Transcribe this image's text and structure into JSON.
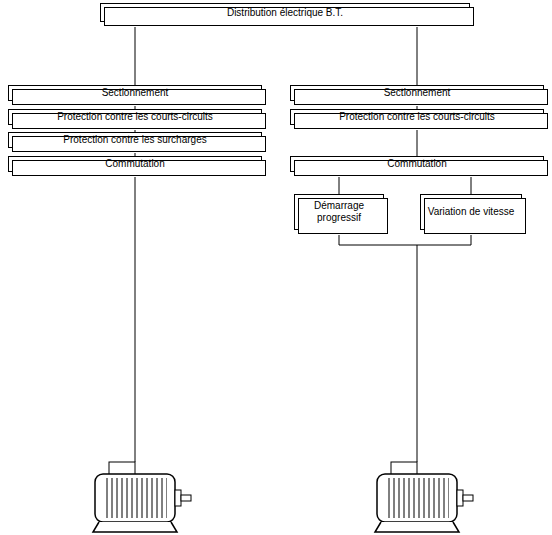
{
  "diagram": {
    "nodes": [
      {
        "text": [
          "Distribution électrique B.T."
        ]
      },
      {
        "text": [
          "Sectionnement"
        ]
      },
      {
        "text": [
          "Protection contre les courts-circuits"
        ]
      },
      {
        "text": [
          "Protection contre les surcharges"
        ]
      },
      {
        "text": [
          "Commutation"
        ]
      },
      {
        "text": [
          "Sectionnement"
        ]
      },
      {
        "text": [
          "Protection contre les courts-circuits"
        ]
      },
      {
        "text": [
          "Commutation"
        ]
      },
      {
        "text": [
          "Démarrage progressif"
        ]
      },
      {
        "text": [
          "Variation de vitesse"
        ]
      }
    ],
    "edges": [
      {
        "from": 0,
        "to": 1,
        "arrow": "none"
      },
      {
        "from": 1,
        "to": 2,
        "arrow": "none"
      },
      {
        "from": 2,
        "to": 3,
        "arrow": "none"
      },
      {
        "from": 3,
        "to": 4,
        "arrow": "none"
      },
      {
        "from": 0,
        "to": 5,
        "arrow": "none"
      },
      {
        "from": 5,
        "to": 6,
        "arrow": "none"
      },
      {
        "from": 6,
        "to": 7,
        "arrow": "none"
      },
      {
        "from": 7,
        "to": 8,
        "arrow": "none"
      },
      {
        "from": 7,
        "to": 9,
        "arrow": "none"
      }
    ]
  }
}
